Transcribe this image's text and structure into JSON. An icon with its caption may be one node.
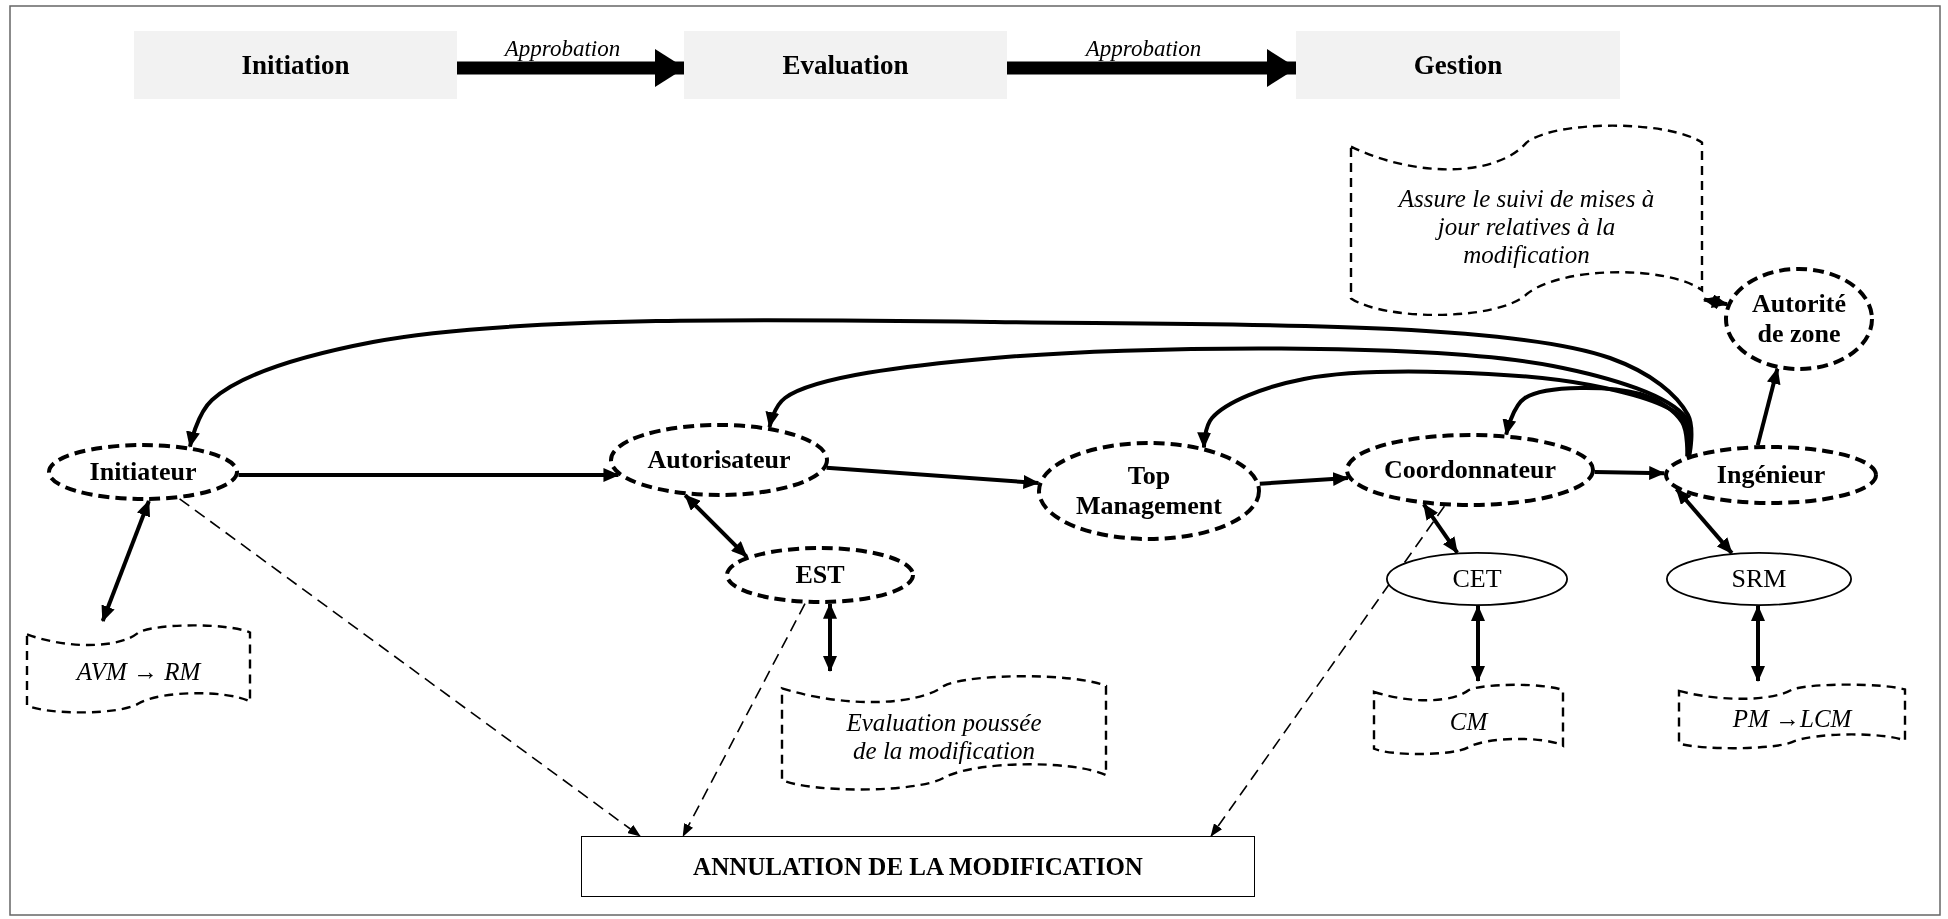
{
  "diagram": {
    "nodes": [
      {
        "text": [
          "Initiation"
        ]
      },
      {
        "text": [
          "Evaluation"
        ]
      },
      {
        "text": [
          "Gestion"
        ]
      },
      {
        "text": [
          "Assure le suivi de mises à jour relatives à la modification"
        ]
      },
      {
        "text": [
          "Autorité de zone"
        ]
      },
      {
        "text": [
          "Initiateur"
        ]
      },
      {
        "text": [
          "Autorisateur"
        ]
      },
      {
        "text": [
          "Top Management"
        ]
      },
      {
        "text": [
          "Coordonnateur"
        ]
      },
      {
        "text": [
          "Ingénieur"
        ]
      },
      {
        "text": [
          "EST"
        ]
      },
      {
        "text": [
          "CET"
        ]
      },
      {
        "text": [
          "SRM"
        ]
      },
      {
        "text": [
          "AVM → RM"
        ]
      },
      {
        "text": [
          "Evaluation poussée de la modification"
        ]
      },
      {
        "text": [
          "CM"
        ]
      },
      {
        "text": [
          "PM →LCM"
        ]
      },
      {
        "text": [
          "ANNULATION DE LA MODIFICATION"
        ]
      }
    ],
    "edges": [
      {
        "from": 0,
        "to": 1,
        "arrow": "to",
        "label": "Approbation",
        "style": "thick"
      },
      {
        "from": 1,
        "to": 2,
        "arrow": "to",
        "label": "Approbation",
        "style": "thick"
      },
      {
        "from": 5,
        "to": 6,
        "arrow": "to"
      },
      {
        "from": 6,
        "to": 7,
        "arrow": "to"
      },
      {
        "from": 7,
        "to": 8,
        "arrow": "to"
      },
      {
        "from": 8,
        "to": 9,
        "arrow": "to"
      },
      {
        "from": 9,
        "to": 5,
        "arrow": "to"
      },
      {
        "from": 9,
        "to": 6,
        "arrow": "to"
      },
      {
        "from": 9,
        "to": 7,
        "arrow": "to"
      },
      {
        "from": 9,
        "to": 8,
        "arrow": "to"
      },
      {
        "from": 9,
        "to": 4,
        "arrow": "to"
      },
      {
        "from": 4,
        "to": 3,
        "arrow": "both"
      },
      {
        "from": 5,
        "to": 13,
        "arrow": "both"
      },
      {
        "from": 6,
        "to": 10,
        "arrow": "both"
      },
      {
        "from": 10,
        "to": 14,
        "arrow": "both"
      },
      {
        "from": 8,
        "to": 11,
        "arrow": "both"
      },
      {
        "from": 11,
        "to": 15,
        "arrow": "both"
      },
      {
        "from": 9,
        "to": 12,
        "arrow": "both"
      },
      {
        "from": 12,
        "to": 16,
        "arrow": "both"
      },
      {
        "from": 5,
        "to": 17,
        "arrow": "to",
        "style": "dashed"
      },
      {
        "from": 10,
        "to": 17,
        "arrow": "to",
        "style": "dashed"
      },
      {
        "from": 8,
        "to": 17,
        "arrow": "to",
        "style": "dashed"
      }
    ]
  }
}
